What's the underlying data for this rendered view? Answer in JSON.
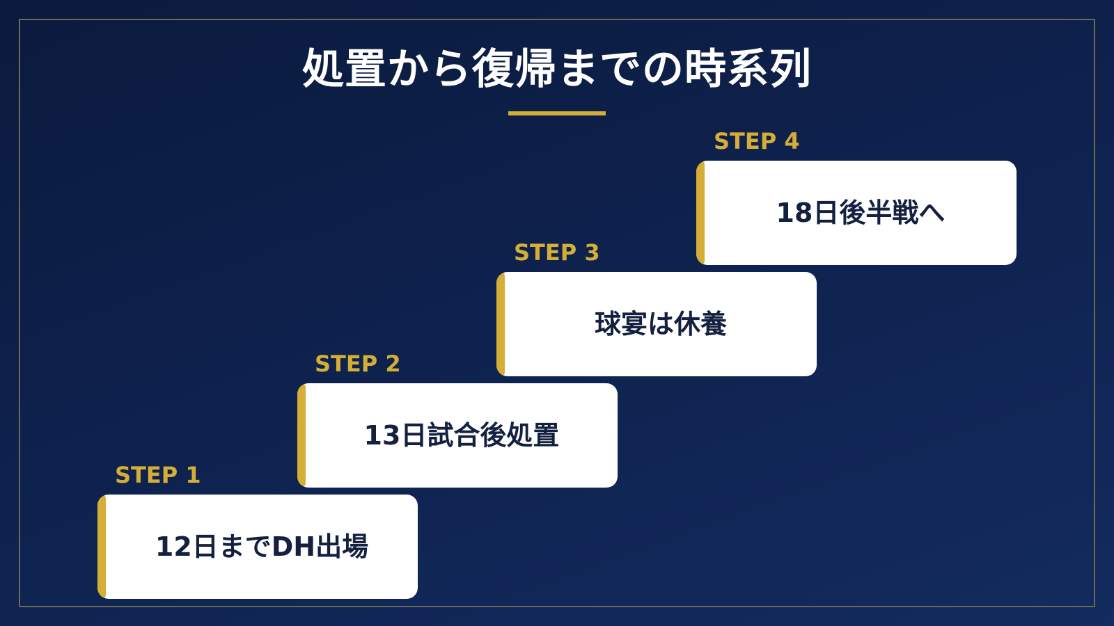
{
  "title": "処置から復帰までの時系列",
  "colors": {
    "background": "#0f2350",
    "accent": "#d4ae37",
    "card": "#ffffff",
    "card_text": "#13203f",
    "frame": "#6b6a55"
  },
  "steps": [
    {
      "label": "STEP 1",
      "text": "12日までDH出場"
    },
    {
      "label": "STEP 2",
      "text": "13日試合後処置"
    },
    {
      "label": "STEP 3",
      "text": "球宴は休養"
    },
    {
      "label": "STEP 4",
      "text": "18日後半戦へ"
    }
  ]
}
